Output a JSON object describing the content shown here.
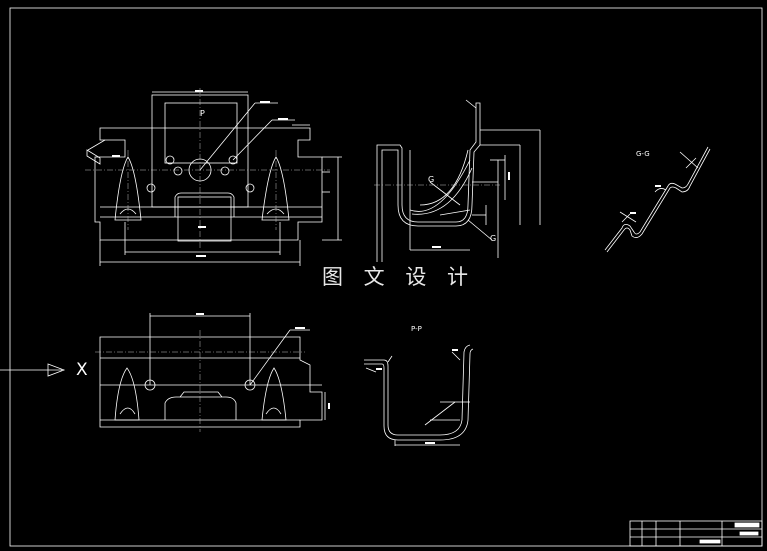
{
  "watermark": "图 文 设 计",
  "section_gg": "G-G",
  "section_pp": "P-P",
  "view_x": "X",
  "mark_p": "P",
  "mark_g": "G",
  "colors": {
    "background": "#000000",
    "lines": "#ffffff",
    "centerlines": "#bdbdbd"
  }
}
